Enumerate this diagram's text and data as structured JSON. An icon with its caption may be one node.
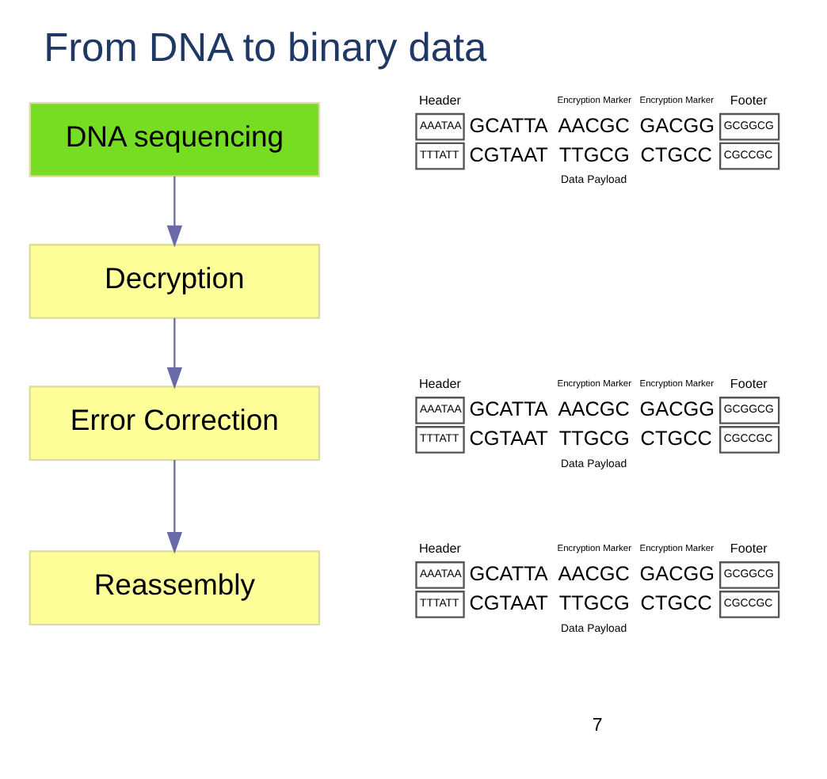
{
  "diagram": {
    "title": "From DNA to binary data",
    "nodes": [
      {
        "text": [
          "DNA sequencing"
        ]
      },
      {
        "text": [
          "Decryption"
        ]
      },
      {
        "text": [
          "Error Correction"
        ]
      },
      {
        "text": [
          "Reassembly"
        ]
      }
    ],
    "edges": [
      {
        "from": 0,
        "to": 1,
        "arrow": "to"
      },
      {
        "from": 1,
        "to": 2,
        "arrow": "to"
      },
      {
        "from": 2,
        "to": 3,
        "arrow": "to"
      }
    ],
    "labels": [
      "Header",
      "Encryption Marker",
      "Encryption Marker",
      "Footer",
      "AAATAA",
      "GCATTA",
      "AACGC",
      "GACGG",
      "GCGGCG",
      "TTTATT",
      "CGTAAT",
      "TTGCG",
      "CTGCC",
      "CGCCGC",
      "Data Payload",
      "Header",
      "Encryption Marker",
      "Encryption Marker",
      "Footer",
      "AAATAA",
      "GCATTA",
      "AACGC",
      "GACGG",
      "GCGGCG",
      "TTTATT",
      "CGTAAT",
      "TTGCG",
      "CTGCC",
      "CGCCGC",
      "Data Payload",
      "Header",
      "Encryption Marker",
      "Encryption Marker",
      "Footer",
      "AAATAA",
      "GCATTA",
      "AACGC",
      "GACGG",
      "GCGGCG",
      "TTTATT",
      "CGTAAT",
      "TTGCG",
      "CTGCC",
      "CGCCGC",
      "Data Payload",
      "7"
    ]
  }
}
